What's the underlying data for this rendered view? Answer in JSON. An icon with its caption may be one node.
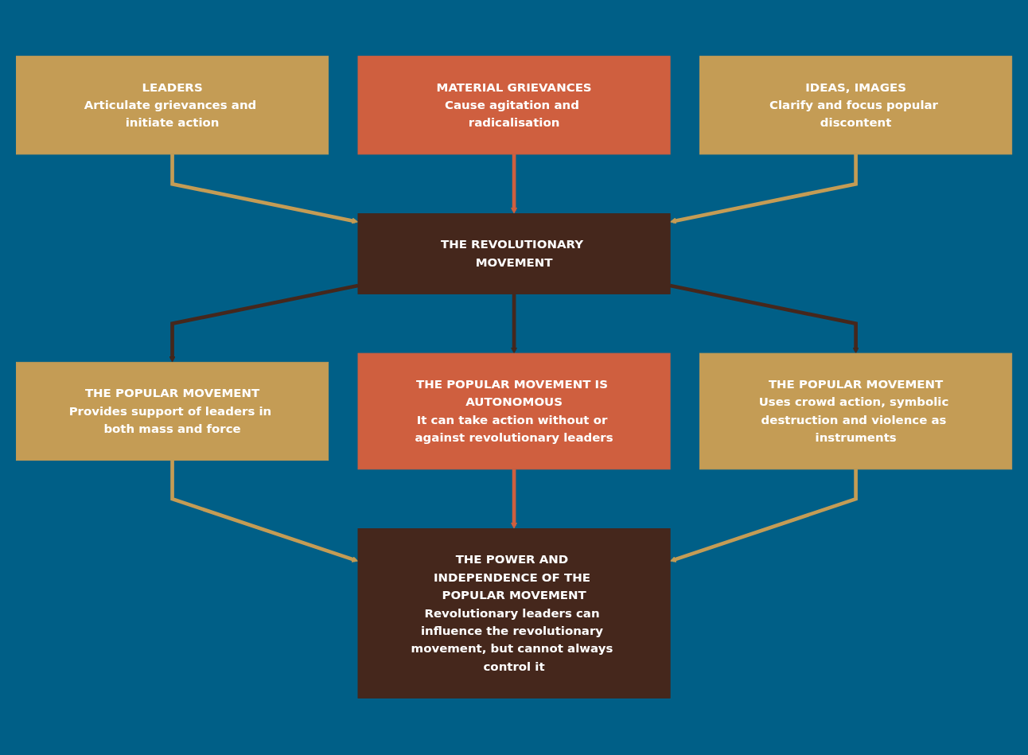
{
  "diagram": {
    "nodes": [
      {
        "text": [
          "LEADERS",
          "Articulate grievances and initiate action"
        ]
      },
      {
        "text": [
          "MATERIAL GRIEVANCES",
          "Cause agitation and radicalisation"
        ]
      },
      {
        "text": [
          "IDEAS, IMAGES",
          "Clarify and focus popular discontent"
        ]
      },
      {
        "text": [
          "THE REVOLUTIONARY MOVEMENT"
        ]
      },
      {
        "text": [
          "THE POPULAR MOVEMENT",
          "Provides support of leaders in both mass and force"
        ]
      },
      {
        "text": [
          "THE POPULAR MOVEMENT IS AUTONOMOUS",
          "It can take action without or against revolutionary leaders"
        ]
      },
      {
        "text": [
          "THE POPULAR MOVEMENT",
          "Uses crowd action, symbolic destruction and violence as instruments"
        ]
      },
      {
        "text": [
          "THE POWER AND INDEPENDENCE OF THE POPULAR MOVEMENT",
          "Revolutionary leaders can influence the revolutionary movement, but cannot always control it"
        ]
      }
    ],
    "edges": [
      {
        "from": 0,
        "to": 3,
        "arrow": "to"
      },
      {
        "from": 1,
        "to": 3,
        "arrow": "to",
        "color": "#cf5f3f"
      },
      {
        "from": 2,
        "to": 3,
        "arrow": "to"
      },
      {
        "from": 3,
        "to": 4,
        "arrow": "to",
        "color": "#45271c"
      },
      {
        "from": 3,
        "to": 5,
        "arrow": "to",
        "color": "#45271c"
      },
      {
        "from": 3,
        "to": 6,
        "arrow": "to",
        "color": "#45271c"
      },
      {
        "from": 4,
        "to": 7,
        "arrow": "to"
      },
      {
        "from": 5,
        "to": 7,
        "arrow": "to",
        "color": "#cf5f3f"
      },
      {
        "from": 6,
        "to": 7,
        "arrow": "to"
      }
    ]
  }
}
